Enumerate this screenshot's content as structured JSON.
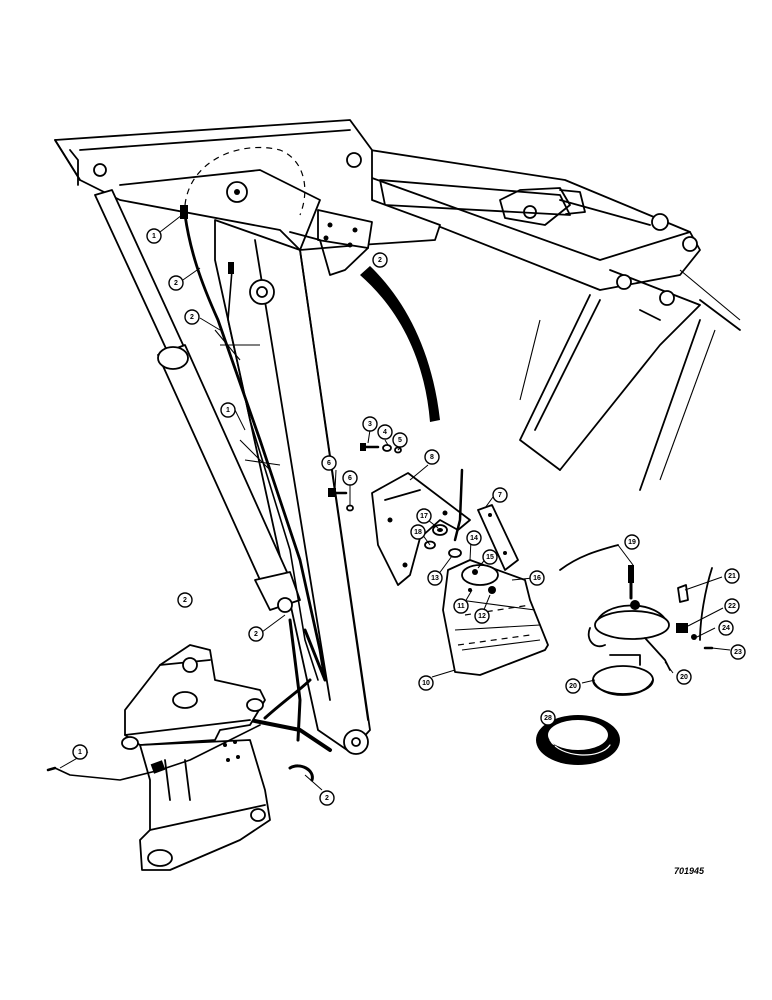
{
  "drawing_number": "701945",
  "callouts": [
    "1",
    "2",
    "2",
    "1",
    "2",
    "2",
    "2",
    "3",
    "4",
    "5",
    "6",
    "6",
    "8",
    "7",
    "17",
    "18",
    "13",
    "14",
    "15",
    "16",
    "11",
    "12",
    "10",
    "19",
    "21",
    "22",
    "24",
    "23",
    "20",
    "20",
    "28",
    "1",
    "2"
  ]
}
